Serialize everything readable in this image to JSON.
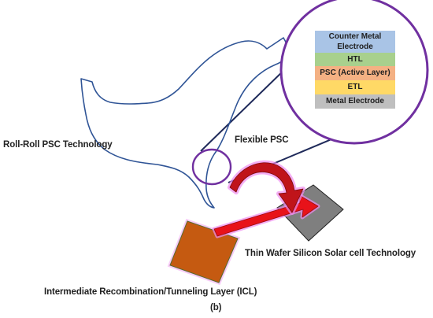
{
  "labels": {
    "roll_roll": "Roll-Roll PSC Technology",
    "flexible": "Flexible PSC",
    "thin_wafer": "Thin Wafer Silicon Solar cell Technology",
    "icl": "Intermediate Recombination/Tunneling Layer (ICL)",
    "caption": "(b)"
  },
  "stack": {
    "layers": [
      {
        "name": "Counter Metal Electrode",
        "line1": "Counter Metal",
        "line2": "Electrode",
        "color": "#a9c4e6"
      },
      {
        "name": "HTL",
        "line1": "HTL",
        "color": "#a8d08d"
      },
      {
        "name": "PSC (Active Layer)",
        "line1": "PSC (Active Layer)",
        "color": "#f4b183"
      },
      {
        "name": "ETL",
        "line1": "ETL",
        "color": "#ffd966"
      },
      {
        "name": "Metal Electrode",
        "line1": "Metal Electrode",
        "color": "#bfbfbf"
      }
    ]
  },
  "colors": {
    "ribbon_outline": "#2f5496",
    "circle_outline": "#7030a0",
    "connector": "#1f2a5a",
    "arrow": "#e8121a",
    "arrow_glow": "#f08cf0",
    "icl_square": "#c55a11",
    "silicon_square": "#7f7f7f"
  }
}
